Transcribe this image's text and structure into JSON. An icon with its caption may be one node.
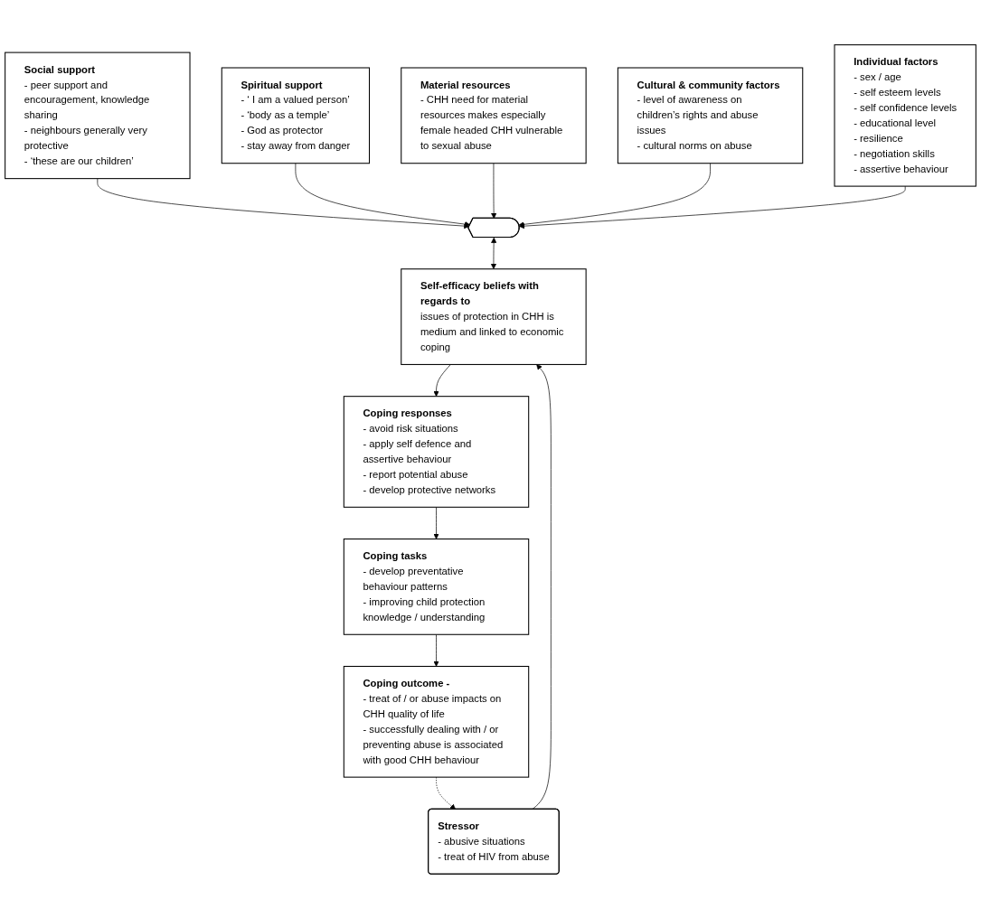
{
  "diagram": {
    "nodes": [
      {
        "text": [
          "Social support",
          "- peer support and encouragement, knowledge sharing",
          "- neighbours generally very protective",
          "- ‘these are our children’"
        ]
      },
      {
        "text": [
          "Spiritual support",
          "- ‘ I am a valued person’",
          "- ‘body as a temple’",
          "- God as protector",
          "- stay away from danger"
        ]
      },
      {
        "text": [
          "Material resources",
          "- CHH need for material resources makes especially female headed CHH vulnerable to sexual abuse"
        ]
      },
      {
        "text": [
          "Cultural & community factors",
          "- level of awareness on children’s rights and abuse issues",
          "- cultural norms on abuse"
        ]
      },
      {
        "text": [],
        "shape": "arc"
      },
      {
        "text": [
          "Self-efficacy beliefs with regards to",
          "issues of protection in CHH is medium and linked to economic coping"
        ]
      },
      {
        "text": [
          "Individual factors",
          "- sex / age",
          "- self esteem levels",
          "- self confidence levels",
          "- educational level",
          "- resilience",
          "- negotiation skills",
          "- assertive behaviour"
        ]
      },
      {
        "text": [
          "Coping responses",
          "- avoid risk situations",
          "- apply self defence and assertive behaviour",
          "- report potential abuse",
          "- develop protective networks"
        ]
      },
      {
        "text": [
          "Coping tasks",
          "- develop preventative behaviour patterns",
          "- improving child protection knowledge / understanding"
        ]
      },
      {
        "text": [
          "Coping outcome -",
          "- treat of / or abuse impacts on CHH quality of life",
          "- successfully dealing with / or preventing abuse is associated with good CHH behaviour"
        ]
      },
      {
        "text": [
          "Stressor",
          "- abusive situations",
          "- treat of HIV from abuse"
        ]
      }
    ],
    "edges": [
      {
        "from": 0,
        "to": 4,
        "arrow": "to"
      },
      {
        "from": 1,
        "to": 4,
        "arrow": "to"
      },
      {
        "from": 2,
        "to": 4,
        "arrow": "to"
      },
      {
        "from": 3,
        "to": 4,
        "arrow": "to"
      },
      {
        "from": 6,
        "to": 4,
        "arrow": "to"
      },
      {
        "from": 4,
        "to": 5,
        "arrow": "both"
      },
      {
        "from": 5,
        "to": 7,
        "arrow": "to"
      },
      {
        "from": 7,
        "to": 8,
        "arrow": "to"
      },
      {
        "from": 8,
        "to": 9,
        "arrow": "to"
      },
      {
        "from": 9,
        "to": 10,
        "arrow": "to",
        "style": "dashed"
      },
      {
        "from": 10,
        "to": 5,
        "arrow": "to"
      }
    ]
  }
}
